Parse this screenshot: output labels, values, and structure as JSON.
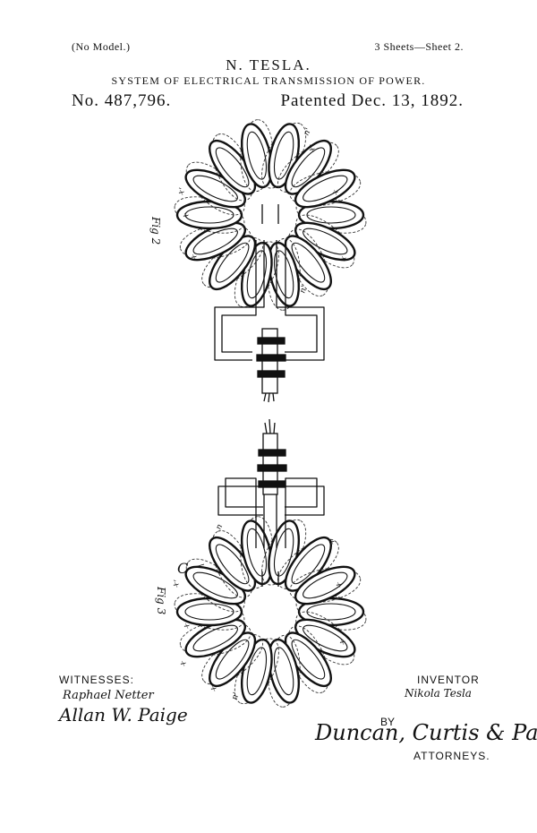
{
  "header": {
    "model_note": "(No Model.)",
    "sheets": "3 Sheets—Sheet 2.",
    "inventor_name": "N. TESLA.",
    "title": "SYSTEM OF ELECTRICAL TRANSMISSION OF POWER.",
    "patent_number": "No. 487,796.",
    "patent_date": "Patented Dec. 13, 1892."
  },
  "figures": {
    "fig2_label": "Fig 2",
    "fig3_label": "Fig 3",
    "fig3_ring_letter": "C",
    "fig2_letters": [
      "n'",
      "x",
      "x",
      "n'",
      "x",
      "x'",
      "x",
      "x'"
    ],
    "fig3_letters": [
      "n",
      "x'",
      "x",
      "x'",
      "x",
      "x",
      "x",
      "n'",
      "x"
    ]
  },
  "footer": {
    "witnesses_label": "WITNESSES:",
    "witness_1": "Raphael Netter",
    "witness_2": "Allan W. Paige",
    "inventor_label": "INVENTOR",
    "inventor_signature": "Nikola Tesla",
    "by_label": "BY",
    "attorney_signature": "Duncan, Curtis & Page",
    "attorney_label": "ATTORNEYS."
  }
}
